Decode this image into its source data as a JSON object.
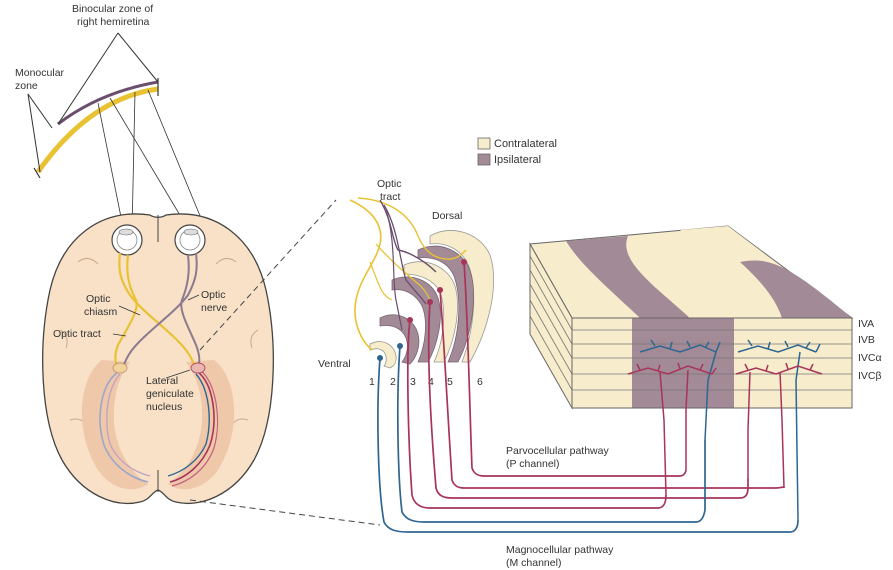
{
  "labels": {
    "binocular_zone_1": "Binocular zone of",
    "binocular_zone_2": "right hemiretina",
    "monocular_1": "Monocular",
    "monocular_2": "zone",
    "optic_chiasm_1": "Optic",
    "optic_chiasm_2": "chiasm",
    "optic_nerve_1": "Optic",
    "optic_nerve_2": "nerve",
    "optic_tract_brain": "Optic tract",
    "lgn_1": "Lateral",
    "lgn_2": "geniculate",
    "lgn_3": "nucleus",
    "optic_tract_top_1": "Optic",
    "optic_tract_top_2": "tract",
    "dorsal": "Dorsal",
    "ventral": "Ventral",
    "parvo_1": "Parvocellular pathway",
    "parvo_2": "(P channel)",
    "magno_1": "Magnocellular pathway",
    "magno_2": "(M channel)"
  },
  "legend": {
    "contralateral": "Contralateral",
    "ipsilateral": "Ipsilateral"
  },
  "layer_numbers": [
    "1",
    "2",
    "3",
    "4",
    "5",
    "6"
  ],
  "cortex_layers": [
    "IVA",
    "IVB",
    "IVCα",
    "IVCβ"
  ],
  "colors": {
    "contralateral": "#f7eccb",
    "ipsilateral": "#a28a97",
    "magno": "#2e6591",
    "parvo": "#a8345a",
    "yellow": "#e8c233",
    "purple": "#6b4e6e",
    "brain": "#f8e1c6",
    "brain_dark": "#efc7a9"
  }
}
